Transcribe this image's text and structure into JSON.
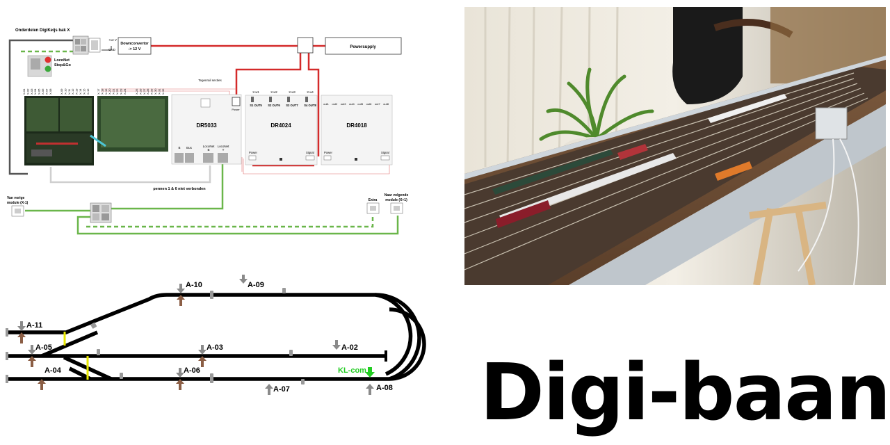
{
  "wiring": {
    "title": "Onderdelen DigiKeijs bak X",
    "downconvertor": "Downconvertor",
    "downconvertor_sub": "-> 12 V",
    "plus12": "+12 V",
    "gnd": "GND",
    "powersupply": "Powersupply",
    "loconet_stopgo_1": "LocoNet",
    "loconet_stopgo_2": "Stop&Go",
    "io_labels_a": [
      "X-01",
      "X-02",
      "X-03",
      "X-04",
      "X-05",
      "X-06",
      "X-07",
      "X-08"
    ],
    "io_labels_b": [
      "X-09",
      "X-10",
      "X-11",
      "X-12",
      "X-13",
      "X-14",
      "X-15",
      "X-16"
    ],
    "io_labels_c": [
      "X-17",
      "X-18",
      "X-19",
      "X-20",
      "X-21",
      "X-22",
      "X-23",
      "X-24"
    ],
    "io_labels_d": [
      "X-25",
      "X-26",
      "X-27",
      "X-28",
      "X-29",
      "X-30",
      "X-31",
      "X-32"
    ],
    "tegenrail": "Tegenrail secties",
    "power": "Power",
    "dr5033": "DR5033",
    "dr4024": "DR4024",
    "dr4018": "DR4018",
    "b_bus_1": "B",
    "b_bus_2": "Bus",
    "loconet_b1": "LocoNet",
    "loconet_b2": "B",
    "loconet_t1": "LocoNet",
    "loconet_t2": "T",
    "dr4024_inputs": [
      "X-w1",
      "X-w2",
      "X-w3",
      "X-w4"
    ],
    "dr4024_outs": [
      "S1 OUT5",
      "S2 OUT6",
      "S3 OUT7",
      "S4 OUT8"
    ],
    "dr4018_outs": [
      "out1",
      "out2",
      "out3",
      "out4",
      "out5",
      "out6",
      "out7",
      "out8"
    ],
    "signal": "Signal",
    "pennen": "pennen 1 & 6 niet verbonden",
    "van_vorige_1": "Van vorige",
    "van_vorige_2": "module (X-1)",
    "extra": "Extra",
    "naar_volgende_1": "Naar volgende",
    "naar_volgende_2": "module (X+1)"
  },
  "track": {
    "labels": [
      "A-10",
      "A-09",
      "A-11",
      "A-05",
      "A-03",
      "A-02",
      "A-04",
      "A-06",
      "A-07",
      "A-08"
    ],
    "klcom": "KL-com",
    "colors": {
      "rail": "#000000",
      "up_arrow": "#8b5e45",
      "down_arrow": "#8a8a8a",
      "insulator": "#e8e800",
      "klcom": "#22cc22"
    }
  },
  "brand": {
    "title": "Digi-baan"
  },
  "colors": {
    "power_red": "#d42a2a",
    "loconet_green": "#6ab64a",
    "wire_grey": "#555555"
  }
}
